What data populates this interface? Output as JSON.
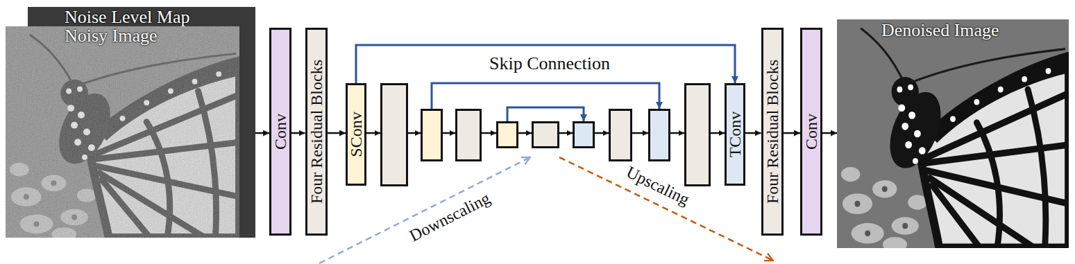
{
  "diagram": {
    "nodes": [
      {
        "text": [
          "Noise Level Map"
        ]
      },
      {
        "text": [
          "Noisy Image"
        ]
      },
      {
        "text": [
          "Conv"
        ]
      },
      {
        "text": [
          "Four Residual Blocks"
        ]
      },
      {
        "text": [
          "SConv"
        ]
      },
      {
        "text": [
          "TConv"
        ]
      },
      {
        "text": [
          "Four Residual Blocks"
        ]
      },
      {
        "text": [
          "Conv"
        ]
      },
      {
        "text": [
          "Denoised Image"
        ]
      }
    ],
    "edges": [
      {
        "from": 1,
        "to": 2,
        "arrow": "to"
      },
      {
        "from": 2,
        "to": 3,
        "arrow": "to"
      },
      {
        "from": 3,
        "to": 4,
        "arrow": "to"
      },
      {
        "from": 4,
        "to": 5,
        "arrow": "to"
      },
      {
        "from": 5,
        "to": 6,
        "arrow": "to"
      },
      {
        "from": 6,
        "to": 7,
        "arrow": "to"
      },
      {
        "from": 7,
        "to": 8,
        "arrow": "to"
      }
    ],
    "labels": [
      "Skip Connection",
      "Downscaling",
      "Upscaling"
    ]
  }
}
